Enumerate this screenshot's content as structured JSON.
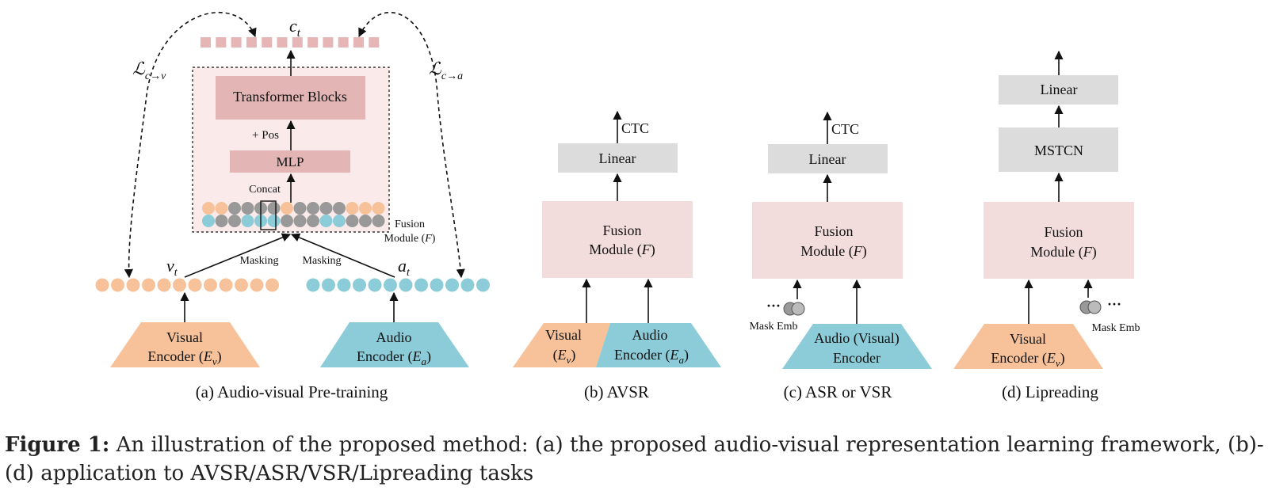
{
  "panel_a": {
    "context_symbol": "c",
    "context_sub": "t",
    "loss_left": "ℒ",
    "loss_left_sub": "c→v",
    "loss_right": "ℒ",
    "loss_right_sub": "c→a",
    "transformer_label": "Transformer Blocks",
    "pos_label": "+ Pos",
    "mlp_label": "MLP",
    "concat_label": "Concat",
    "fusion_label_line1": "Fusion",
    "fusion_label_line2": "Module (",
    "fusion_label_var": "F",
    "fusion_label_close": ")",
    "visual_feat_symbol": "v",
    "visual_feat_sub": "t",
    "audio_feat_symbol": "a",
    "audio_feat_sub": "t",
    "masking_left": "Masking",
    "masking_right": "Masking",
    "visual_encoder_line1": "Visual",
    "visual_encoder_line2": "Encoder (",
    "visual_encoder_var": "E",
    "visual_encoder_sub": "v",
    "visual_encoder_close": ")",
    "audio_encoder_line1": "Audio",
    "audio_encoder_line2": "Encoder (",
    "audio_encoder_var": "E",
    "audio_encoder_sub": "a",
    "audio_encoder_close": ")",
    "caption": "(a) Audio-visual Pre-training"
  },
  "panel_b": {
    "output_label": "CTC",
    "linear_label": "Linear",
    "fusion_line1": "Fusion",
    "fusion_line2": "Module (",
    "fusion_var": "F",
    "fusion_close": ")",
    "visual_line1": "Visual",
    "visual_line2": "(",
    "visual_var": "E",
    "visual_sub": "v",
    "visual_close": ")",
    "audio_line1": "Audio",
    "audio_line2": "Encoder (",
    "audio_var": "E",
    "audio_sub": "a",
    "audio_close": ")",
    "caption": "(b) AVSR"
  },
  "panel_c": {
    "output_label": "CTC",
    "linear_label": "Linear",
    "fusion_line1": "Fusion",
    "fusion_line2": "Module (",
    "fusion_var": "F",
    "fusion_close": ")",
    "mask_dots": "···",
    "mask_label": "Mask Emb",
    "encoder_line1": "Audio (Visual)",
    "encoder_line2": "Encoder",
    "caption": "(c) ASR or VSR"
  },
  "panel_d": {
    "linear_label": "Linear",
    "mstcn_label": "MSTCN",
    "fusion_line1": "Fusion",
    "fusion_line2": "Module (",
    "fusion_var": "F",
    "fusion_close": ")",
    "mask_dots": "···",
    "mask_label": "Mask Emb",
    "encoder_line1": "Visual",
    "encoder_line2": "Encoder (",
    "encoder_var": "E",
    "encoder_sub": "v",
    "encoder_close": ")",
    "caption": "(d) Lipreading"
  },
  "figure_caption": {
    "label": "Figure 1:",
    "text": " An illustration of the proposed method: (a) the proposed audio-visual representation learning framework, (b)-(d) application to AVSR/ASR/VSR/Lipreading tasks"
  },
  "colors": {
    "visual_orange": "#F7C29A",
    "audio_blue": "#8CCBD8",
    "gray_token": "#999999",
    "pink_token": "#E6B6B6",
    "fusion_bg": "#FBEAEA",
    "panel_pink": "#F2DCDC",
    "block_pink": "#E3B5B5",
    "gray_box": "#DCDCDC"
  }
}
